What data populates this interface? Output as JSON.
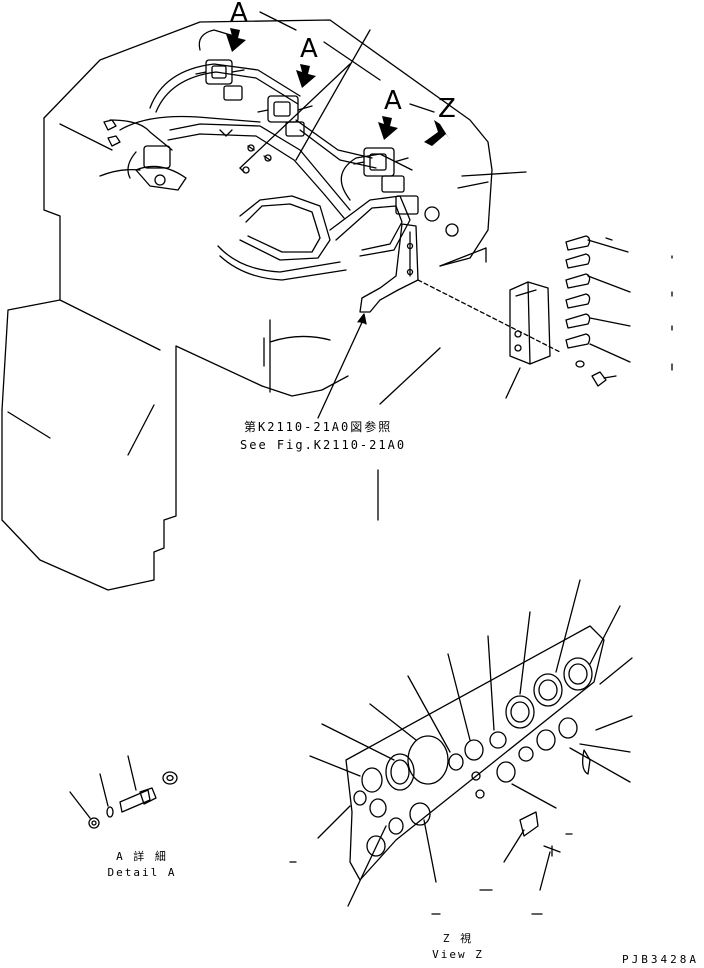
{
  "callouts": {
    "view_a_1": "A",
    "view_a_2": "A",
    "view_a_3": "A",
    "view_z": "Z"
  },
  "reference": {
    "jp": "第K2110-21A0図参照",
    "en": "See Fig.K2110-21A0"
  },
  "detail_a": {
    "jp": "A 詳 細",
    "en": "Detail A"
  },
  "view_z_caption": {
    "jp": "Z 視",
    "en": "View Z"
  },
  "drawing_code": "PJB3428A",
  "colors": {
    "ink": "#000000",
    "paper": "#ffffff"
  }
}
